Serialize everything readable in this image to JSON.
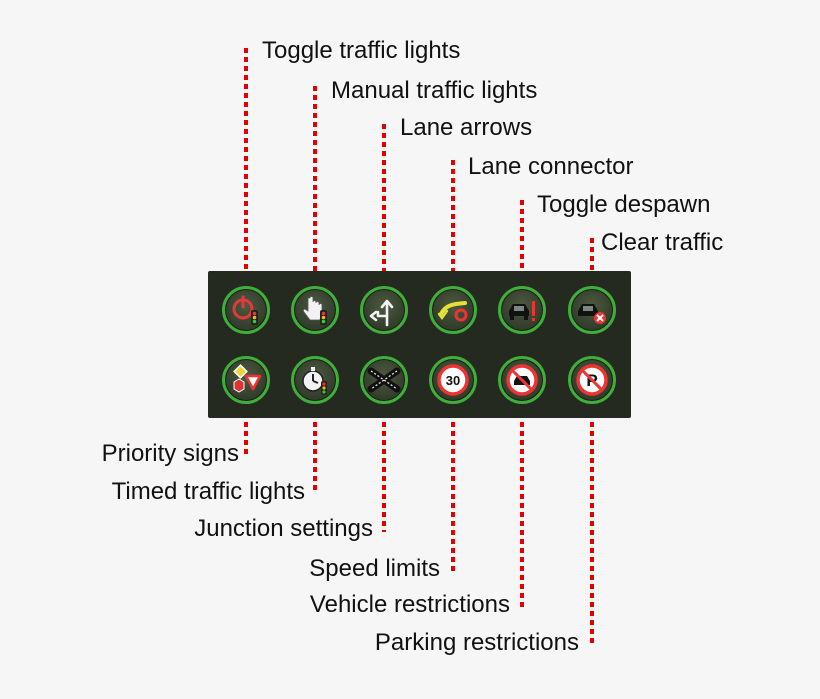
{
  "colors": {
    "background": "#f6f6f6",
    "toolbar": "#242a20",
    "button_ring": "#3fae3a",
    "guide_line": "#e00000"
  },
  "top_tools": [
    {
      "label": "Toggle traffic lights",
      "icon": "power-traffic-light-icon"
    },
    {
      "label": "Manual traffic lights",
      "icon": "hand-traffic-light-icon"
    },
    {
      "label": "Lane arrows",
      "icon": "lane-arrows-icon"
    },
    {
      "label": "Lane connector",
      "icon": "lane-connector-icon"
    },
    {
      "label": "Toggle despawn",
      "icon": "car-despawn-icon"
    },
    {
      "label": "Clear traffic",
      "icon": "car-clear-icon"
    }
  ],
  "bottom_tools": [
    {
      "label": "Priority signs",
      "icon": "priority-signs-icon"
    },
    {
      "label": "Timed traffic lights",
      "icon": "stopwatch-traffic-light-icon"
    },
    {
      "label": "Junction settings",
      "icon": "junction-settings-icon"
    },
    {
      "label": "Speed limits",
      "icon": "speed-limit-icon",
      "sign_text": "30"
    },
    {
      "label": "Vehicle restrictions",
      "icon": "vehicle-restriction-icon"
    },
    {
      "label": "Parking restrictions",
      "icon": "parking-restriction-icon",
      "sign_text": "P"
    }
  ]
}
